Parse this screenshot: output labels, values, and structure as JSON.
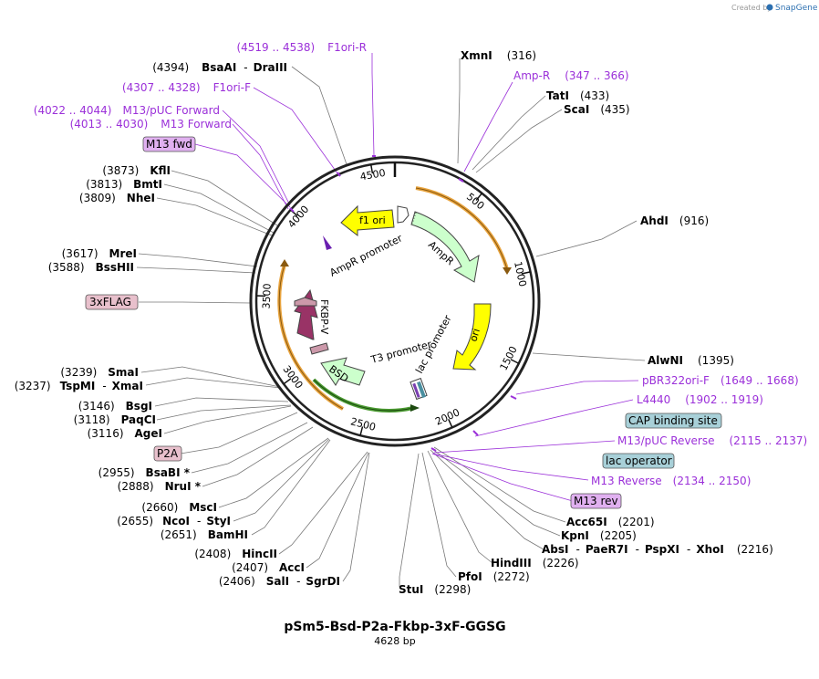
{
  "credit": {
    "prefix": "Created by",
    "app": "SnapGene"
  },
  "plasmid": {
    "name": "pSm5-Bsd-P2a-Fkbp-3xF-GGSG",
    "size_label": "4628 bp",
    "length": 4628
  },
  "ring_ticks": [
    {
      "label": "500",
      "pos": 500
    },
    {
      "label": "1000",
      "pos": 1000
    },
    {
      "label": "1500",
      "pos": 1500
    },
    {
      "label": "2000",
      "pos": 2000
    },
    {
      "label": "2500",
      "pos": 2500
    },
    {
      "label": "3000",
      "pos": 3000
    },
    {
      "label": "3500",
      "pos": 3500
    },
    {
      "label": "4000",
      "pos": 4000
    },
    {
      "label": "4500",
      "pos": 4500
    }
  ],
  "features": {
    "f1_ori": "f1 ori",
    "ampr_promoter": "AmpR promoter",
    "ampr": "AmpR",
    "ori": "ori",
    "lac_promoter": "lac promoter",
    "t3_promoter": "T3 promoter",
    "bsd": "BSD",
    "fkbp": "FKBP-V"
  },
  "colors": {
    "backbone": "#222222",
    "f1_ori": "#ffff00",
    "ampr": "#ccffcc",
    "ori": "#ffff00",
    "bsd": "#ccffcc",
    "fkbp": "#993366",
    "flag": "#cc99aa",
    "p2a": "#cc99aa",
    "primer": "#9b30d9",
    "orf": "#e8a33d",
    "teal_box": "#a8d0d8",
    "pink_box": "#e8c0cc",
    "lilac_box": "#e0b0f0"
  },
  "labels": {
    "XmnI": {
      "name": "XmnI",
      "pos": "(316)"
    },
    "AmpR_primer": {
      "name": "Amp-R",
      "pos": "(347 .. 366)"
    },
    "TatI": {
      "name": "TatI",
      "pos": "(433)"
    },
    "ScaI": {
      "name": "ScaI",
      "pos": "(435)"
    },
    "AhdI": {
      "name": "AhdI",
      "pos": "(916)"
    },
    "AlwNI": {
      "name": "AlwNI",
      "pos": "(1395)"
    },
    "pBR322": {
      "name": "pBR322ori-F",
      "pos": "(1649 .. 1668)"
    },
    "L4440": {
      "name": "L4440",
      "pos": "(1902 .. 1919)"
    },
    "CAP": {
      "name": "CAP binding site"
    },
    "M13pUCRev": {
      "name": "M13/pUC Reverse",
      "pos": "(2115 .. 2137)"
    },
    "lacop": {
      "name": "lac operator"
    },
    "M13Rev": {
      "name": "M13 Reverse",
      "pos": "(2134 .. 2150)"
    },
    "M13rev": {
      "name": "M13 rev"
    },
    "Acc65I": {
      "name": "Acc65I",
      "pos": "(2201)"
    },
    "KpnI": {
      "name": "KpnI",
      "pos": "(2205)"
    },
    "AbsI": {
      "name": "AbsI",
      "sep1": "-",
      "n2": "PaeR7I",
      "sep2": "-",
      "n3": "PspXI",
      "sep3": "-",
      "n4": "XhoI",
      "pos": "(2216)"
    },
    "HindIII": {
      "name": "HindIII",
      "pos": "(2226)"
    },
    "PfoI": {
      "name": "PfoI",
      "pos": "(2272)"
    },
    "StuI": {
      "name": "StuI",
      "pos": "(2298)"
    },
    "SalI": {
      "pos": "(2406)",
      "name": "SalI",
      "sep": "-",
      "n2": "SgrDI"
    },
    "AccI": {
      "pos": "(2407)",
      "name": "AccI"
    },
    "HincII": {
      "pos": "(2408)",
      "name": "HincII"
    },
    "BamHI": {
      "pos": "(2651)",
      "name": "BamHI"
    },
    "NcoI": {
      "pos": "(2655)",
      "name": "NcoI",
      "sep": "-",
      "n2": "StyI"
    },
    "MscI": {
      "pos": "(2660)",
      "name": "MscI"
    },
    "NruI": {
      "pos": "(2888)",
      "name": "NruI *"
    },
    "BsaBI": {
      "pos": "(2955)",
      "name": "BsaBI *"
    },
    "P2A": {
      "name": "P2A"
    },
    "AgeI": {
      "pos": "(3116)",
      "name": "AgeI"
    },
    "PaqCI": {
      "pos": "(3118)",
      "name": "PaqCI"
    },
    "BsgI": {
      "pos": "(3146)",
      "name": "BsgI"
    },
    "TspMI": {
      "pos": "(3237)",
      "name": "TspMI",
      "sep": "-",
      "n2": "XmaI"
    },
    "SmaI": {
      "pos": "(3239)",
      "name": "SmaI"
    },
    "FLAG": {
      "name": "3xFLAG"
    },
    "BssHII": {
      "pos": "(3588)",
      "name": "BssHII"
    },
    "MreI": {
      "pos": "(3617)",
      "name": "MreI"
    },
    "NheI": {
      "pos": "(3809)",
      "name": "NheI"
    },
    "BmtI": {
      "pos": "(3813)",
      "name": "BmtI"
    },
    "KflI": {
      "pos": "(3873)",
      "name": "KflI"
    },
    "M13fwd": {
      "name": "M13 fwd"
    },
    "M13Fwd": {
      "pos": "(4013 .. 4030)",
      "name": "M13 Forward"
    },
    "M13pUCFwd": {
      "pos": "(4022 .. 4044)",
      "name": "M13/pUC Forward"
    },
    "F1oriF": {
      "pos": "(4307 .. 4328)",
      "name": "F1ori-F"
    },
    "BsaAI": {
      "pos": "(4394)",
      "name": "BsaAI",
      "sep": "-",
      "n2": "DraIII"
    },
    "F1oriR": {
      "pos": "(4519 .. 4538)",
      "name": "F1ori-R"
    }
  }
}
